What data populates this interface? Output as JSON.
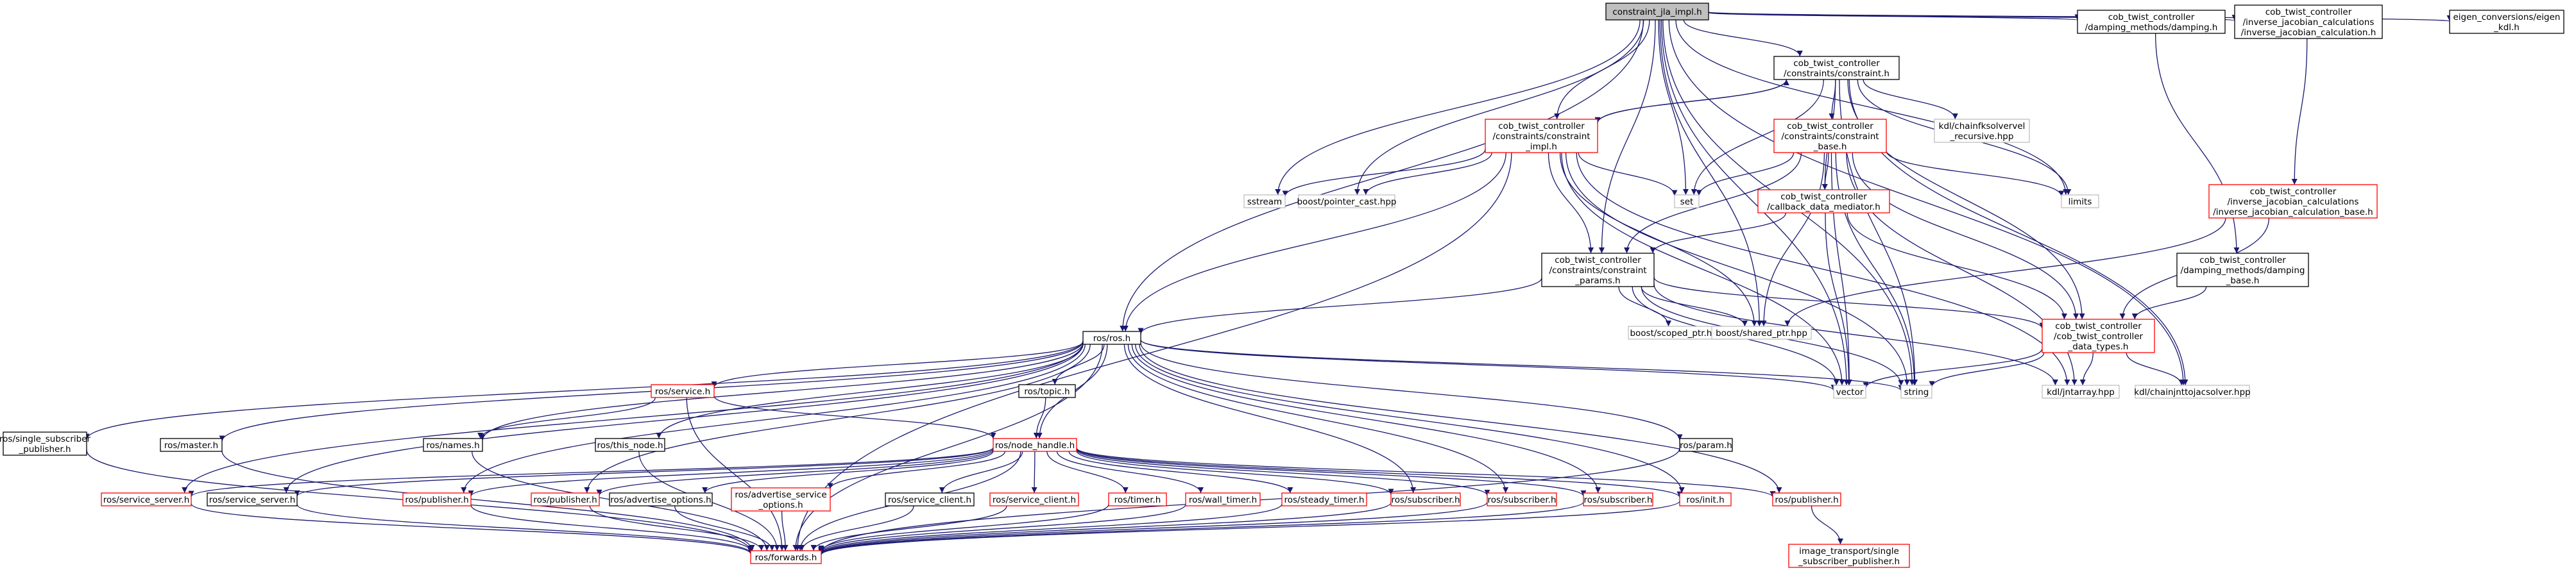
{
  "colors": {
    "background": "#ffffff",
    "node_border_black": "#000000",
    "node_border_red": "#ff0000",
    "node_border_gray": "#bfbfbf",
    "root_fill": "#bfbfbf",
    "edge_midnightblue": "#191970"
  },
  "nodes": {
    "root": {
      "lines": [
        "constraint_jla_impl.h"
      ]
    },
    "ros_h": {
      "lines": [
        "ros/ros.h"
      ]
    },
    "sstream": {
      "lines": [
        "sstream"
      ]
    },
    "constraint_h": {
      "lines": [
        "cob_twist_controller",
        "/constraints/constraint.h"
      ]
    },
    "constraint_impl": {
      "lines": [
        "cob_twist_controller",
        "/constraints/constraint",
        "_impl.h"
      ]
    },
    "pointer_cast": {
      "lines": [
        "boost/pointer_cast.hpp"
      ]
    },
    "set": {
      "lines": [
        "set"
      ]
    },
    "constraint_base": {
      "lines": [
        "cob_twist_controller",
        "/constraints/constraint",
        "_base.h"
      ]
    },
    "kdl_chainfk": {
      "lines": [
        "kdl/chainfksolvervel",
        "_recursive.hpp"
      ]
    },
    "damping_h": {
      "lines": [
        "cob_twist_controller",
        "/damping_methods/damping.h"
      ]
    },
    "inv_jac_h": {
      "lines": [
        "cob_twist_controller",
        "/inverse_jacobian_calculations",
        "/inverse_jacobian_calculation.h"
      ]
    },
    "eigen_conv": {
      "lines": [
        "eigen_conversions/eigen",
        "_kdl.h"
      ]
    },
    "callback_mediator": {
      "lines": [
        "cob_twist_controller",
        "/callback_data_mediator.h"
      ]
    },
    "limits": {
      "lines": [
        "limits"
      ]
    },
    "inv_jac_base": {
      "lines": [
        "cob_twist_controller",
        "/inverse_jacobian_calculations",
        "/inverse_jacobian_calculation_base.h"
      ]
    },
    "constraint_params": {
      "lines": [
        "cob_twist_controller",
        "/constraints/constraint",
        "_params.h"
      ]
    },
    "damping_base": {
      "lines": [
        "cob_twist_controller",
        "/damping_methods/damping",
        "_base.h"
      ]
    },
    "boost_scoped": {
      "lines": [
        "boost/scoped_ptr.hpp"
      ]
    },
    "boost_shared": {
      "lines": [
        "boost/shared_ptr.hpp"
      ]
    },
    "data_types": {
      "lines": [
        "cob_twist_controller",
        "/cob_twist_controller",
        "_data_types.h"
      ]
    },
    "vector": {
      "lines": [
        "vector"
      ]
    },
    "string": {
      "lines": [
        "string"
      ]
    },
    "kdl_jntarray": {
      "lines": [
        "kdl/jntarray.hpp"
      ]
    },
    "kdl_chainjnt": {
      "lines": [
        "kdl/chainjnttojacsolver.hpp"
      ]
    },
    "ros_service": {
      "lines": [
        "ros/service.h"
      ]
    },
    "ros_topic": {
      "lines": [
        "ros/topic.h"
      ]
    },
    "ros_param": {
      "lines": [
        "ros/param.h"
      ]
    },
    "ros_single_sub": {
      "lines": [
        "ros/single_subscriber",
        "_publisher.h"
      ]
    },
    "ros_master": {
      "lines": [
        "ros/master.h"
      ]
    },
    "ros_names": {
      "lines": [
        "ros/names.h"
      ]
    },
    "ros_this_node": {
      "lines": [
        "ros/this_node.h"
      ]
    },
    "ros_node_handle": {
      "lines": [
        "ros/node_handle.h"
      ]
    },
    "srv_server_red": {
      "lines": [
        "ros/service_server.h"
      ]
    },
    "srv_server_black": {
      "lines": [
        "ros/service_server.h"
      ]
    },
    "publisher_red_a": {
      "lines": [
        "ros/publisher.h"
      ]
    },
    "publisher_red_b": {
      "lines": [
        "ros/publisher.h"
      ]
    },
    "advertise_options": {
      "lines": [
        "ros/advertise_options.h"
      ]
    },
    "adv_srv_options": {
      "lines": [
        "ros/advertise_service",
        "_options.h"
      ]
    },
    "srv_client_black": {
      "lines": [
        "ros/service_client.h"
      ]
    },
    "srv_client_red": {
      "lines": [
        "ros/service_client.h"
      ]
    },
    "ros_timer": {
      "lines": [
        "ros/timer.h"
      ]
    },
    "wall_timer": {
      "lines": [
        "ros/wall_timer.h"
      ]
    },
    "steady_timer": {
      "lines": [
        "ros/steady_timer.h"
      ]
    },
    "subscriber_1": {
      "lines": [
        "ros/subscriber.h"
      ]
    },
    "subscriber_2": {
      "lines": [
        "ros/subscriber.h"
      ]
    },
    "subscriber_3": {
      "lines": [
        "ros/subscriber.h"
      ]
    },
    "ros_init": {
      "lines": [
        "ros/init.h"
      ]
    },
    "publisher_red_c": {
      "lines": [
        "ros/publisher.h"
      ]
    },
    "ros_forwards": {
      "lines": [
        "ros/forwards.h"
      ]
    },
    "image_transport": {
      "lines": [
        "image_transport/single",
        "_subscriber_publisher.h"
      ]
    }
  }
}
